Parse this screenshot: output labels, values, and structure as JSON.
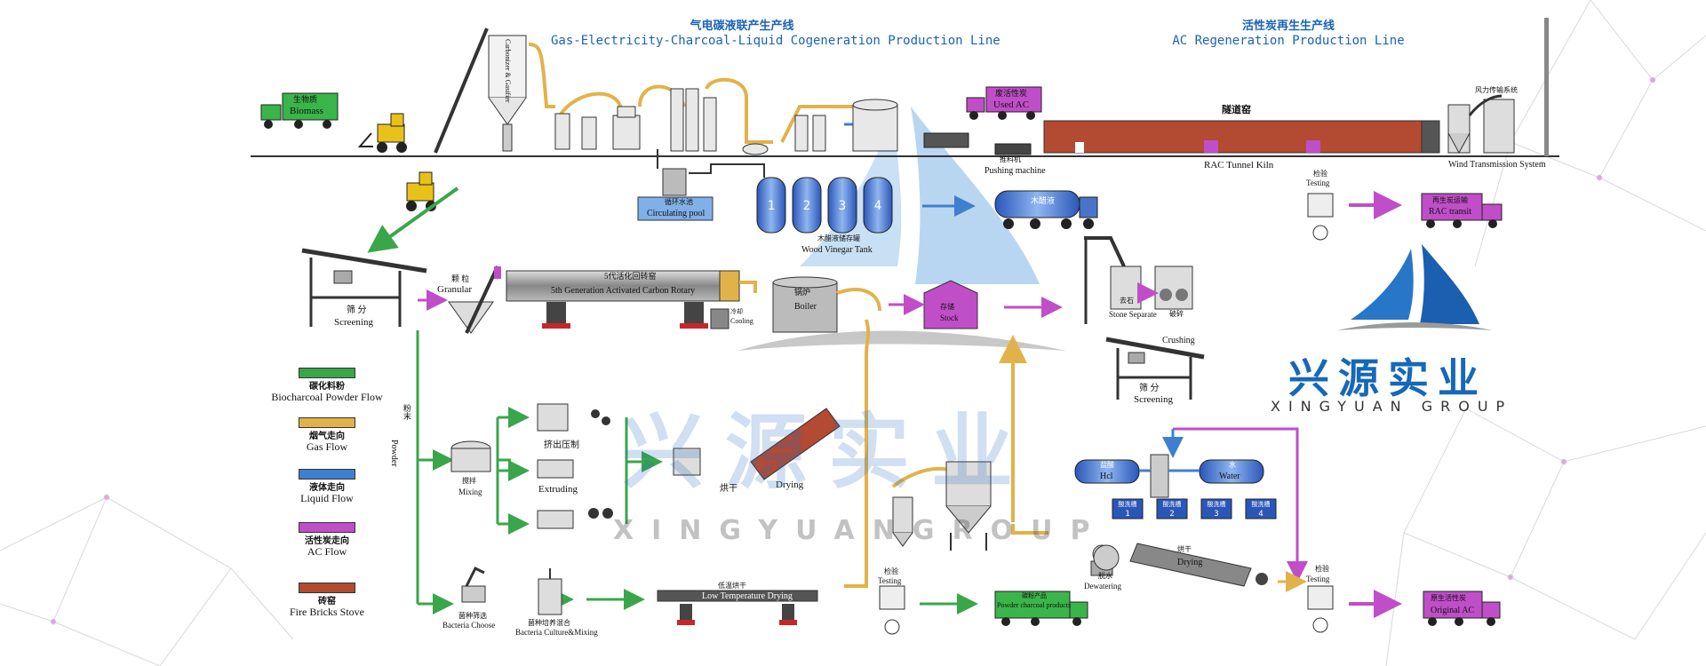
{
  "titles": {
    "left_zh": "气电碳液联产生产线",
    "left_en": "Gas-Electricity-Charcoal-Liquid Cogeneration Production Line",
    "right_zh": "活性炭再生生产线",
    "right_en": "AC Regeneration Production Line"
  },
  "legend": [
    {
      "zh": "碳化料粉",
      "en": "Biocharcoal Powder Flow",
      "color": "#3aa64a"
    },
    {
      "zh": "烟气走向",
      "en": "Gas Flow",
      "color": "#e2b24a"
    },
    {
      "zh": "液体走向",
      "en": "Liquid Flow",
      "color": "#3f7fd0"
    },
    {
      "zh": "活性炭走向",
      "en": "AC Flow",
      "color": "#c04ec8"
    },
    {
      "zh": "砖窑",
      "en": "Fire Bricks Stove",
      "color": "#b34a32"
    }
  ],
  "flow_colors": {
    "powder": "#3aa64a",
    "gas": "#e2b24a",
    "liquid": "#3f7fd0",
    "ac": "#c04ec8",
    "kiln": "#b34a32",
    "brand": "#1668b8"
  },
  "labels": {
    "biomass": "Biomass",
    "biomass_zh": "生物质",
    "gasifier": "Carbonizer & Gasifier",
    "circulating_pool": "Circulating pool",
    "circulating_pool_zh": "循环水池",
    "tanks": [
      "1",
      "2",
      "3",
      "4"
    ],
    "wood_vinegar_tank": "Wood Vinegar Tank",
    "wood_vinegar_tank_zh": "木醋液储存罐",
    "tanker_zh": "木醋液",
    "used_ac": "Used AC",
    "used_ac_zh": "废活性炭",
    "pushing_machine": "Pushing machine",
    "pushing_machine_zh": "推料机",
    "tunnel_kiln_zh": "隧道窑",
    "rac_tunnel_kiln": "RAC Tunnel Kiln",
    "wind_transmission": "Wind Transmission System",
    "wind_transmission_zh": "风力传输系统",
    "testing_zh": "检验",
    "testing": "Testing",
    "rac_transit": "RAC transit",
    "rac_transit_zh": "再生炭运输",
    "screening_zh": "筛 分",
    "screening": "Screening",
    "granular_zh": "颗 粒",
    "granular": "Granular",
    "rotary_zh": "5代活化回转窑",
    "rotary": "5th Generation Activated Carbon Rotary",
    "cooling": "Cooling",
    "cooling_zh": "冷却",
    "boiler_zh": "锅炉",
    "boiler": "Boiler",
    "stock_zh": "存储",
    "stock": "Stock",
    "stone_separate": "Stone Separate",
    "stone_separate_zh": "去石",
    "crushing_zh": "破碎",
    "crushing": "Crushing",
    "powder": "Powder",
    "powder_zh": "粉末",
    "mixing_zh": "搅拌",
    "mixing": "Mixing",
    "extruding_zh": "挤出压制",
    "extruding": "Extruding",
    "drying_zh": "烘干",
    "drying": "Drying",
    "hcl_zh": "盐酸",
    "hcl": "Hcl",
    "water_zh": "水",
    "water": "Water",
    "wash_zh": "酸洗槽",
    "wash_nums": [
      "1",
      "2",
      "3",
      "4"
    ],
    "dewatering_zh": "脱水",
    "dewatering": "Dewatering",
    "bacteria_choose_zh": "菌种筛选",
    "bacteria_choose": "Bacteria Choose",
    "bacteria_culture_zh": "菌种培养混合",
    "bacteria_culture": "Bacteria Culture&Mixing",
    "low_temp_zh": "低温烘干",
    "low_temp": "Low Temperature Drying",
    "powder_product_zh": "碳粉产品",
    "powder_product": "Powder charcoal products",
    "original_ac_zh": "原生活性炭",
    "original_ac": "Original AC"
  },
  "brand": {
    "name_zh": "兴源实业",
    "name_en": "XINGYUAN GROUP",
    "watermark_en": "XINGYUANGROUP"
  }
}
